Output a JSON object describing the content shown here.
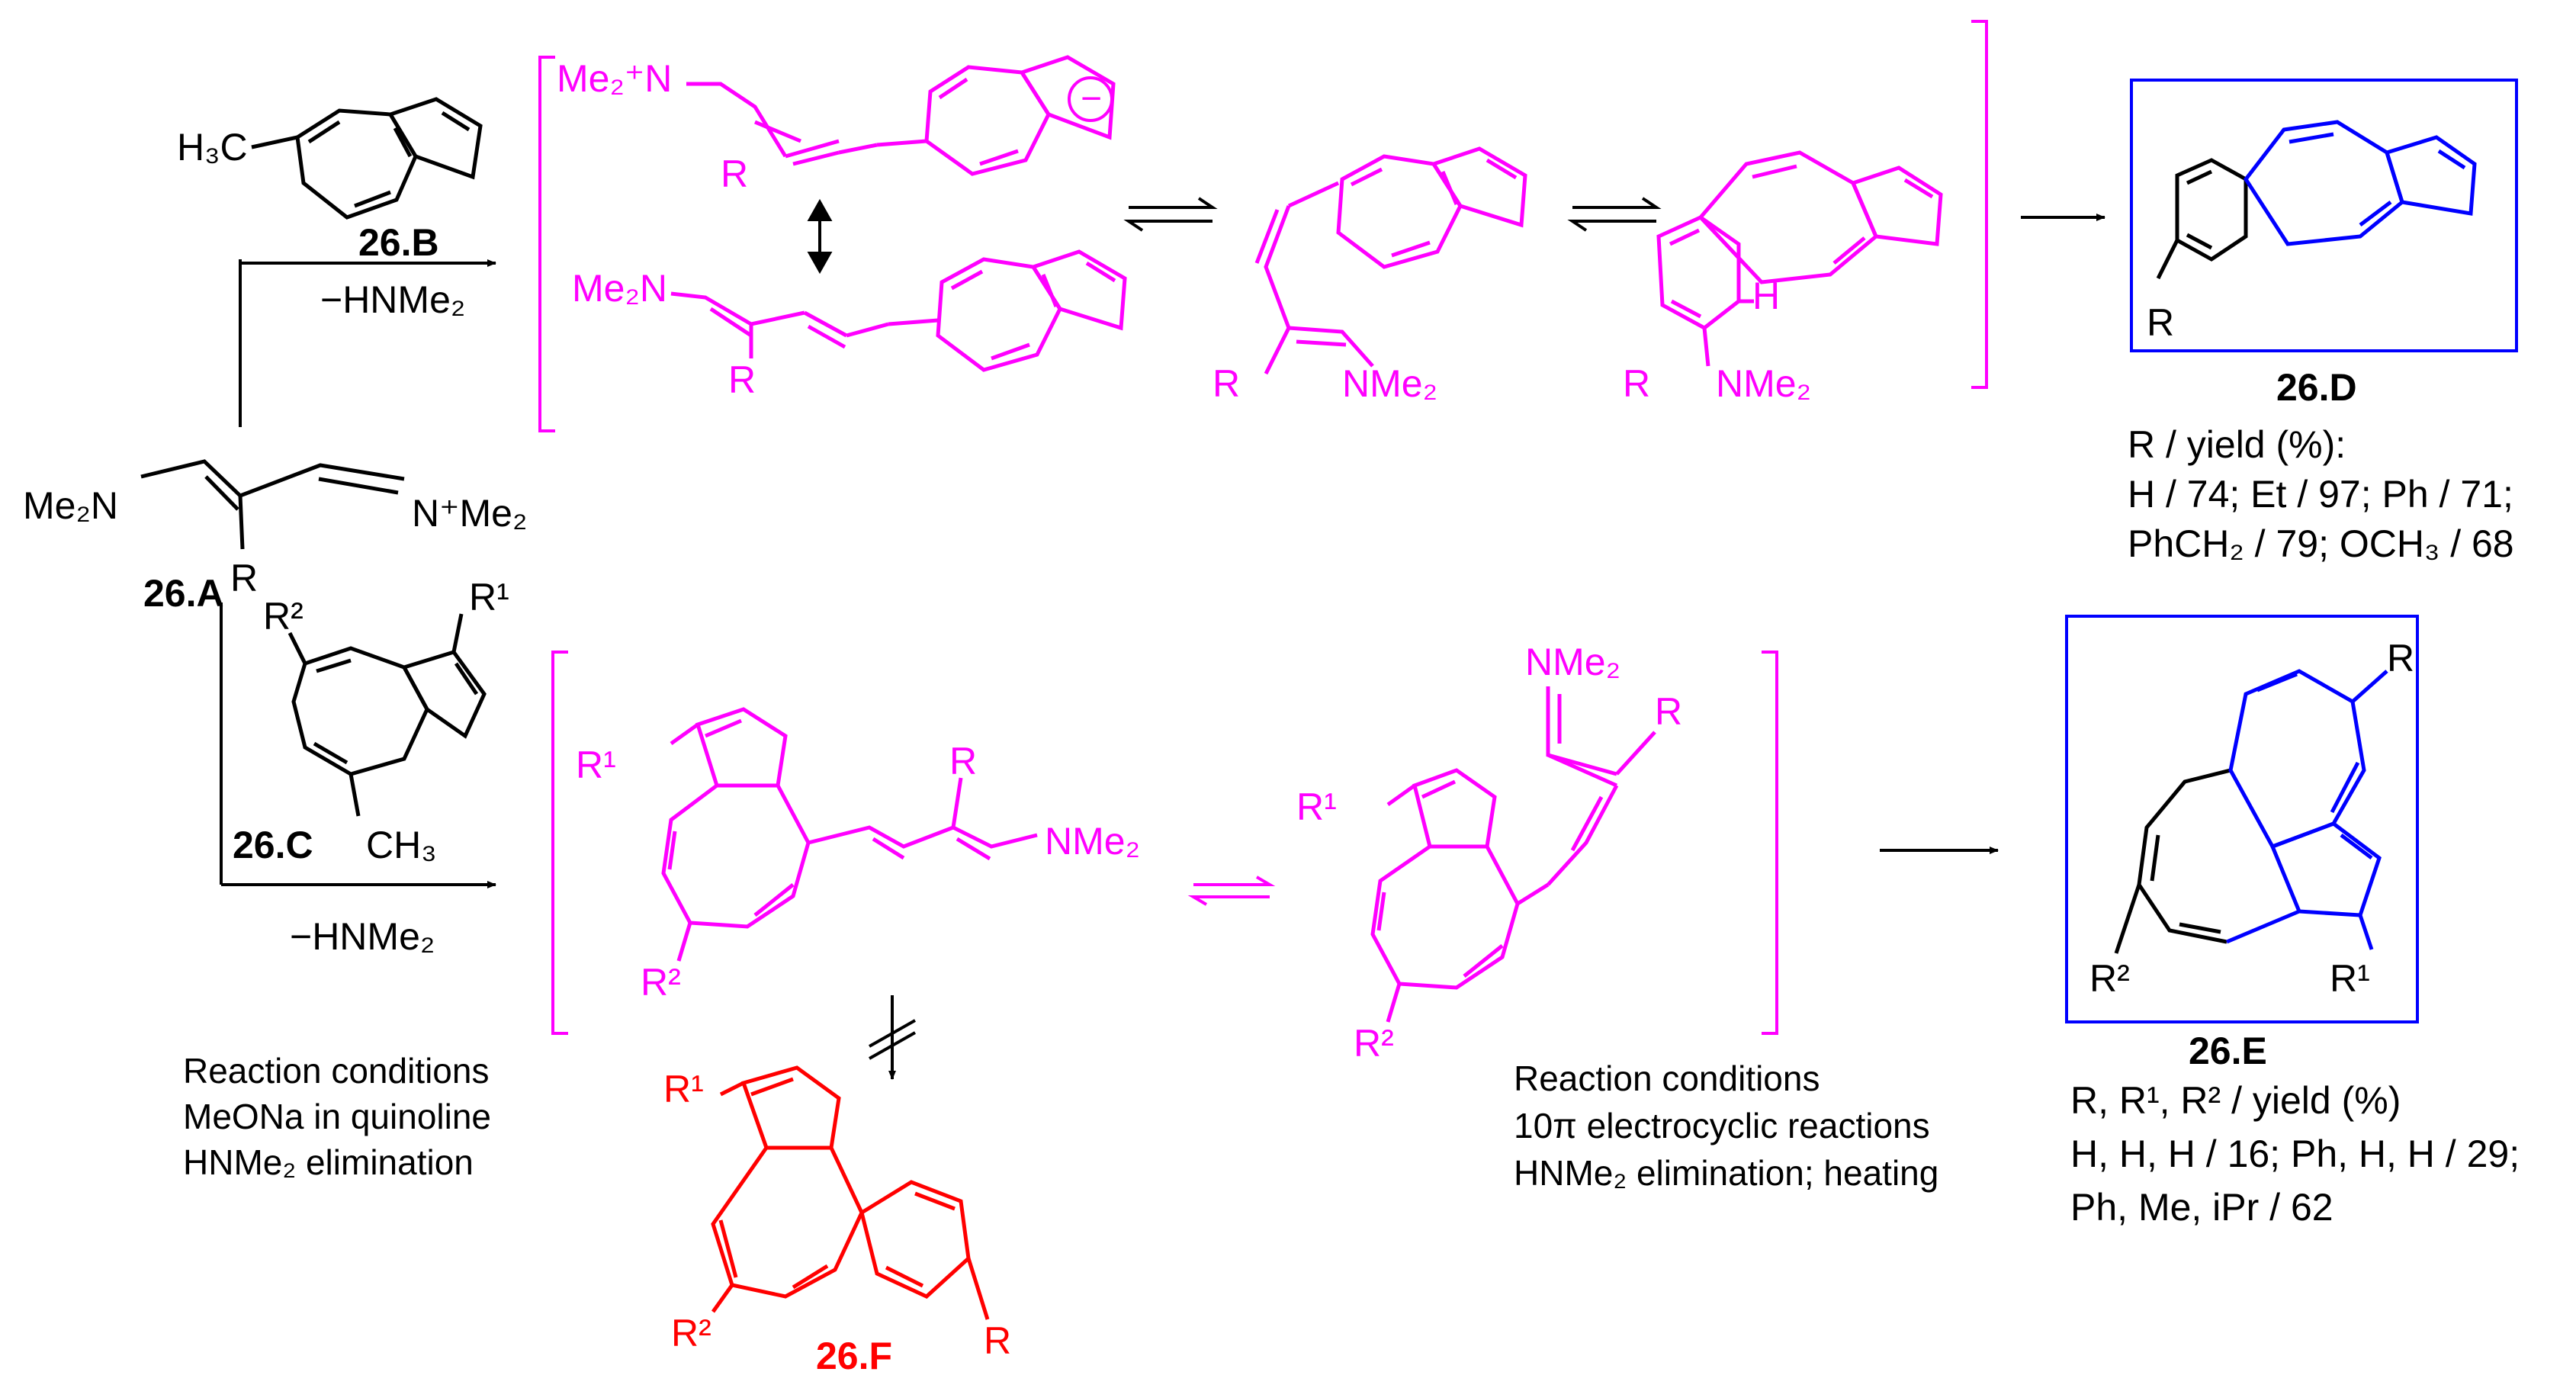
{
  "colors": {
    "reagent": "#000000",
    "intermediate": "#FF00FF",
    "product": "#0000FF",
    "failed_product": "#FF0000"
  },
  "compounds": {
    "a": {
      "id": "26.A",
      "left_group": "Me₂N",
      "right_group": "N⁺Me₂",
      "substituent": "R"
    },
    "b": {
      "id": "26.B",
      "methyl": "H₃C"
    },
    "c": {
      "id": "26.C",
      "r1": "R¹",
      "r2": "R²",
      "methyl": "CH₃"
    },
    "d": {
      "id": "26.D",
      "substituent": "R",
      "yield_header": "R / yield (%):",
      "yield_line1": "H / 74; Et / 97; Ph / 71;",
      "yield_line2": "PhCH₂ / 79; OCH₃ / 68"
    },
    "e": {
      "id": "26.E",
      "r": "R",
      "r1": "R¹",
      "r2": "R²",
      "yield_header": "R, R¹, R² / yield (%)",
      "yield_line1": "H, H, H / 16; Ph, H, H / 29;",
      "yield_line2": "Ph, Me, iPr / 62"
    },
    "f": {
      "id": "26.F",
      "r": "R",
      "r1": "R¹",
      "r2": "R²"
    }
  },
  "top_path": {
    "byproduct": "−HNMe₂",
    "int1_iminium": "Me₂⁺N",
    "int1_r": "R",
    "int1_charge": "−",
    "int2_amine": "Me₂N",
    "int2_r": "R",
    "int3_amine": "NMe₂",
    "int3_r": "R",
    "int4_amine": "NMe₂",
    "int4_r": "R",
    "int4_h": "H"
  },
  "bottom_path": {
    "byproduct": "−HNMe₂",
    "int1_r1": "R¹",
    "int1_r2": "R²",
    "int1_r": "R",
    "int1_amine": "NMe₂",
    "int2_amine": "NMe₂",
    "int2_r": "R",
    "int2_r1": "R¹",
    "int2_r2": "R²"
  },
  "conditions_left": {
    "line1": "Reaction conditions",
    "line2": "MeONa in quinoline",
    "line3": "HNMe₂ elimination"
  },
  "conditions_right": {
    "line1": "Reaction conditions",
    "line2": "10π electrocyclic reactions",
    "line3": "HNMe₂ elimination; heating"
  }
}
